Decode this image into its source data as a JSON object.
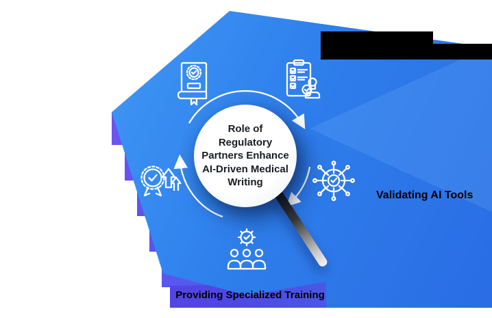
{
  "diagram": {
    "center_title": {
      "line1": "Role of",
      "line2": "Regulatory",
      "line3": "Partners Enhance",
      "line4": "AI-Driven Medical",
      "line5": "Writing"
    },
    "labels": {
      "top_right_redacted": "",
      "right": "Validating AI Tools",
      "bottom": "Providing Specialized Training"
    },
    "icons": [
      {
        "name": "certified-book-icon",
        "position": "top-left"
      },
      {
        "name": "approval-clipboard-stamp-icon",
        "position": "top-right"
      },
      {
        "name": "ai-network-gear-icon",
        "position": "right"
      },
      {
        "name": "quality-badge-growth-arrows-icon",
        "position": "left"
      },
      {
        "name": "team-training-gear-icon",
        "position": "bottom"
      }
    ],
    "colors": {
      "primary_blue": "#2e7fee",
      "light_blue": "#49a4f8",
      "purple": "#8a5af6",
      "indigo_strip": "#4f46e5",
      "handle_dark": "#151515",
      "center_text": "#181c23",
      "label_black": "#000000"
    }
  }
}
